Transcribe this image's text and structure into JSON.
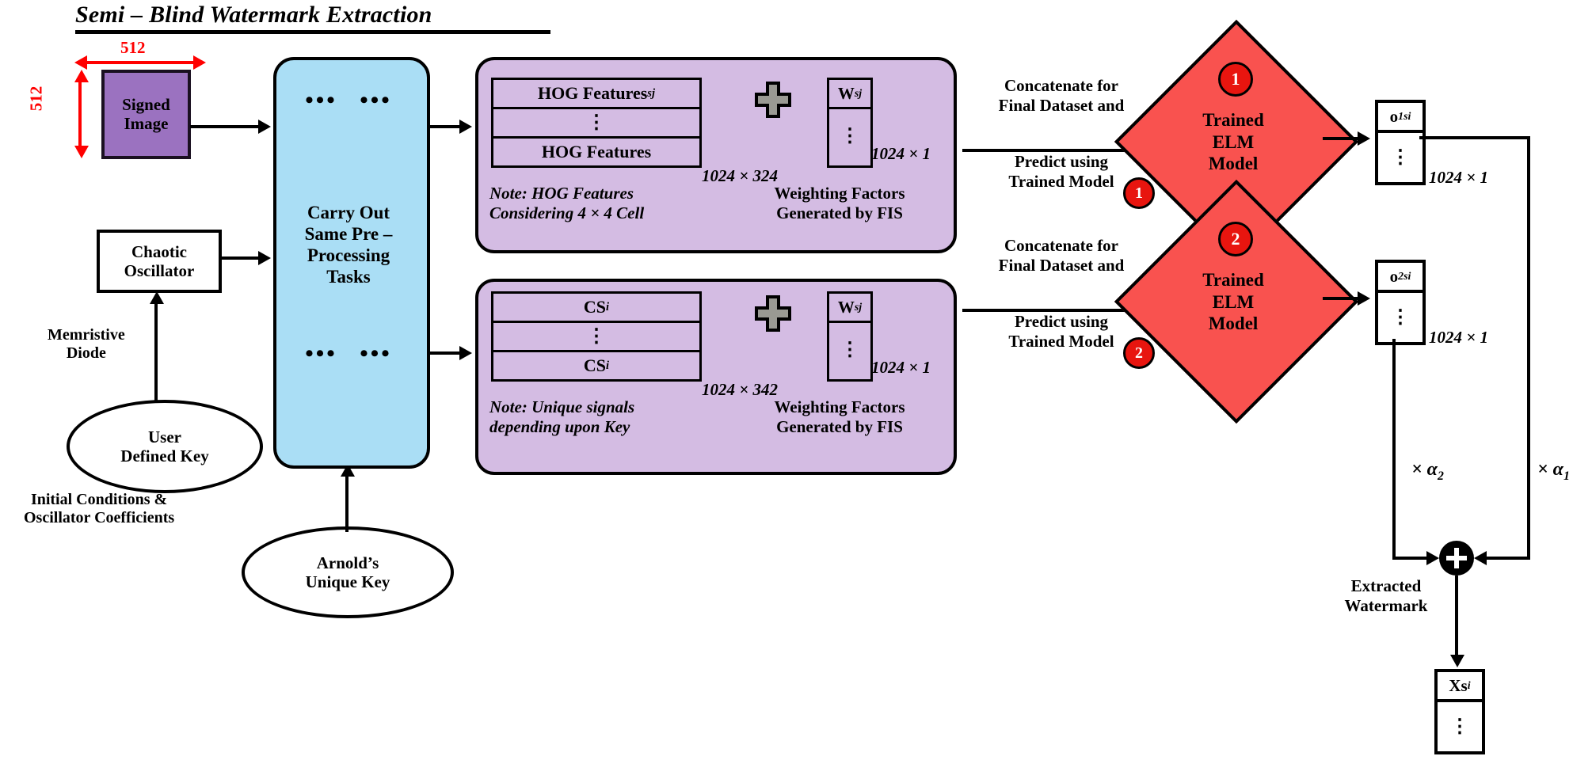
{
  "title": "Semi – Blind Watermark Extraction",
  "input": {
    "signed_image_label": "Signed\nImage",
    "signed_image_line1": "Signed",
    "signed_image_line2": "Image",
    "dim_width": "512",
    "dim_height": "512",
    "fill_color": "#9b72c0"
  },
  "key_chain": {
    "chaotic_oscillator_line1": "Chaotic",
    "chaotic_oscillator_line2": "Oscillator",
    "memristive_line1": "Memristive",
    "memristive_line2": "Diode",
    "user_key_line1": "User",
    "user_key_line2": "Defined Key",
    "init_cond_line1": "Initial Conditions &",
    "init_cond_line2": "Oscillator Coefficients",
    "arnold_key_line1": "Arnold’s",
    "arnold_key_line2": "Unique Key"
  },
  "preprocessing": {
    "line1": "Carry Out",
    "line2": "Same Pre –",
    "line3": "Processing",
    "line4": "Tasks",
    "dots": "•••",
    "fill_color": "#aadef5"
  },
  "panel_hog": {
    "matrix_top": "HOG Features",
    "matrix_top_sub": "sj",
    "matrix_bottom": "HOG Features",
    "matrix_dims": "1024 × 324",
    "note_line1": "Note: HOG Features",
    "note_line2": "Considering 4 × 4 Cell",
    "weight_head": "W",
    "weight_head_sub": "sj",
    "weight_dims": "1024 × 1",
    "weight_label_line1": "Weighting Factors",
    "weight_label_line2": "Generated by FIS",
    "plus_icon": "plus-icon",
    "fill_color": "#d4bce3"
  },
  "panel_cs": {
    "matrix_top": "CS",
    "matrix_top_sub": "i",
    "matrix_bottom": "CS",
    "matrix_bottom_sub": "i",
    "matrix_dims": "1024 × 342",
    "note_line1": "Note: Unique signals",
    "note_line2": "depending upon Key",
    "weight_head": "W",
    "weight_head_sub": "sj",
    "weight_dims": "1024 × 1",
    "weight_label_line1": "Weighting Factors",
    "weight_label_line2": "Generated by FIS",
    "plus_icon": "plus-icon",
    "fill_color": "#d4bce3"
  },
  "branch1": {
    "concat_line1": "Concatenate for",
    "concat_line2": "Final Dataset and",
    "concat_line3": "Predict using",
    "concat_line4": "Trained Model",
    "badge": "1",
    "model_line1": "Trained",
    "model_line2": "ELM",
    "model_line3": "Model",
    "model_badge": "1",
    "output_head": "o",
    "output_head_sub": "1si",
    "output_dims": "1024 × 1",
    "alpha": "× α",
    "alpha_sub": "1",
    "fill_color": "#f9524f"
  },
  "branch2": {
    "concat_line1": "Concatenate for",
    "concat_line2": "Final Dataset and",
    "concat_line3": "Predict using",
    "concat_line4": "Trained Model",
    "badge": "2",
    "model_line1": "Trained",
    "model_line2": "ELM",
    "model_line3": "Model",
    "model_badge": "2",
    "output_head": "o",
    "output_head_sub": "2si",
    "output_dims": "1024 × 1",
    "alpha": "× α",
    "alpha_sub": "2",
    "fill_color": "#f9524f"
  },
  "output": {
    "sum_icon": "plus-circle-icon",
    "extracted_line1": "Extracted",
    "extracted_line2": "Watermark",
    "result_head": "Xs",
    "result_head_sub": "i"
  },
  "colors": {
    "red_accent": "#ff0000",
    "badge_red": "#e8150f",
    "black": "#000000"
  }
}
